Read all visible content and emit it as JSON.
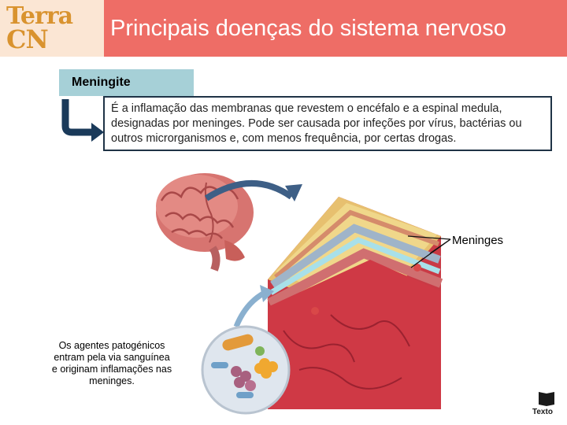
{
  "brand": {
    "line1": "Terra",
    "line2": "CN"
  },
  "header": {
    "title": "Principais doenças do sistema nervoso"
  },
  "topic": {
    "label": "Meningite"
  },
  "definition": {
    "text": "É a inflamação das membranas que revestem o encéfalo e a espinal medula, designadas por meninges. Pode ser causada por infeções por vírus, bactérias ou outros microrganismos e, com menos frequência, por certas drogas."
  },
  "illustration": {
    "meninges_label": "Meninges",
    "agents_caption": "Os agentes patogénicos entram pela via sanguínea e originam inflamações nas meninges."
  },
  "publisher": {
    "label": "Texto"
  },
  "colors": {
    "header": "#ee6d66",
    "logo_bg": "#fbe6d4",
    "logo_text": "#d9932f",
    "topic_bg": "#a6d0d7",
    "arrow": "#1a3a5a",
    "box_border": "#1f3346"
  }
}
